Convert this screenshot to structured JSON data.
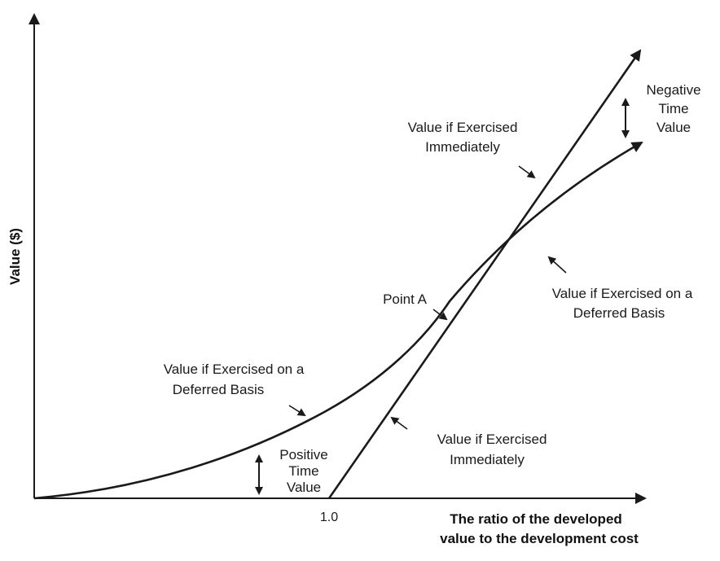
{
  "axes": {
    "y_label": "Value ($)",
    "x_label_line1": "The ratio of the developed",
    "x_label_line2": "value to the development cost",
    "x_tick": "1.0"
  },
  "labels": {
    "immediate_upper": [
      "Value if Exercised",
      "Immediately"
    ],
    "negative_time_value": [
      "Negative",
      "Time",
      "Value"
    ],
    "deferred_right": [
      "Value if Exercised on a",
      "Deferred Basis"
    ],
    "point_a": "Point A",
    "deferred_left": [
      "Value if Exercised on a",
      "Deferred Basis"
    ],
    "positive_time_value": [
      "Positive",
      "Time",
      "Value"
    ],
    "immediate_lower": [
      "Value if Exercised",
      "Immediately"
    ]
  },
  "colors": {
    "ink": "#1a1a1a",
    "background": "#ffffff"
  }
}
